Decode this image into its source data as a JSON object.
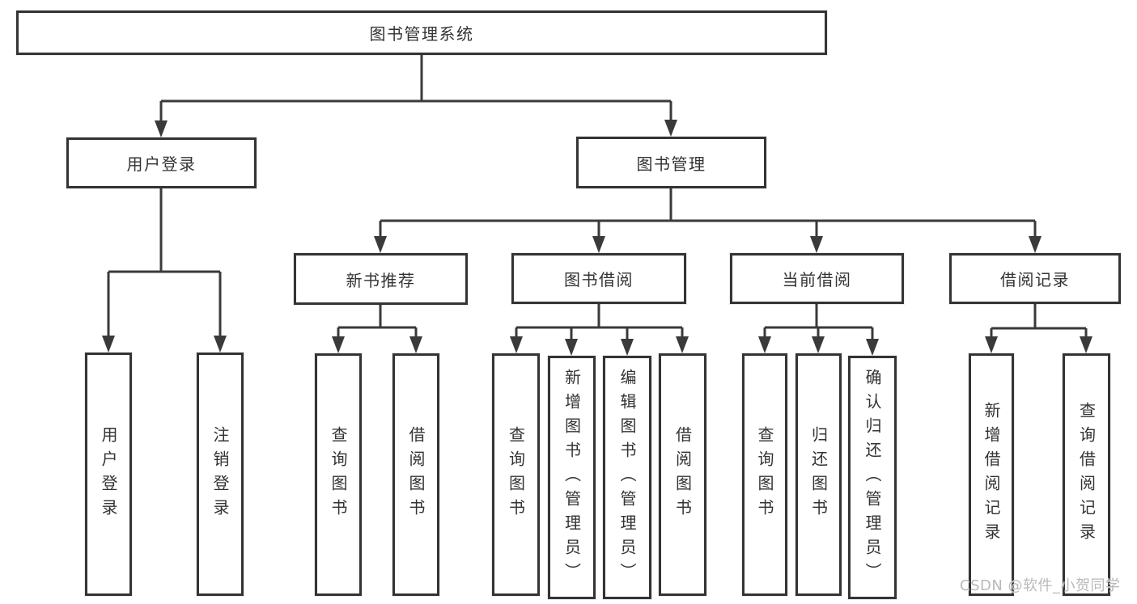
{
  "tree": {
    "root": {
      "label": "图书管理系统",
      "children": [
        {
          "label": "用户登录",
          "children": [
            {
              "label": "用户登录"
            },
            {
              "label": "注销登录"
            }
          ]
        },
        {
          "label": "图书管理",
          "children": [
            {
              "label": "新书推荐",
              "children": [
                {
                  "label": "查询图书"
                },
                {
                  "label": "借阅图书"
                }
              ]
            },
            {
              "label": "图书借阅",
              "children": [
                {
                  "label": "查询图书"
                },
                {
                  "label": "新增图书（管理员）"
                },
                {
                  "label": "编辑图书（管理员）"
                },
                {
                  "label": "借阅图书"
                }
              ]
            },
            {
              "label": "当前借阅",
              "children": [
                {
                  "label": "查询图书"
                },
                {
                  "label": "归还图书"
                },
                {
                  "label": "确认归还（管理员）"
                }
              ]
            },
            {
              "label": "借阅记录",
              "children": [
                {
                  "label": "新增借阅记录"
                },
                {
                  "label": "查询借阅记录"
                }
              ]
            }
          ]
        }
      ]
    }
  },
  "watermark": "CSDN @软件_小贺同学",
  "colors": {
    "line": "#3a3a3a",
    "border": "#343434",
    "text": "#333333",
    "background": "#ffffff",
    "watermark": "#b9b9b9"
  }
}
